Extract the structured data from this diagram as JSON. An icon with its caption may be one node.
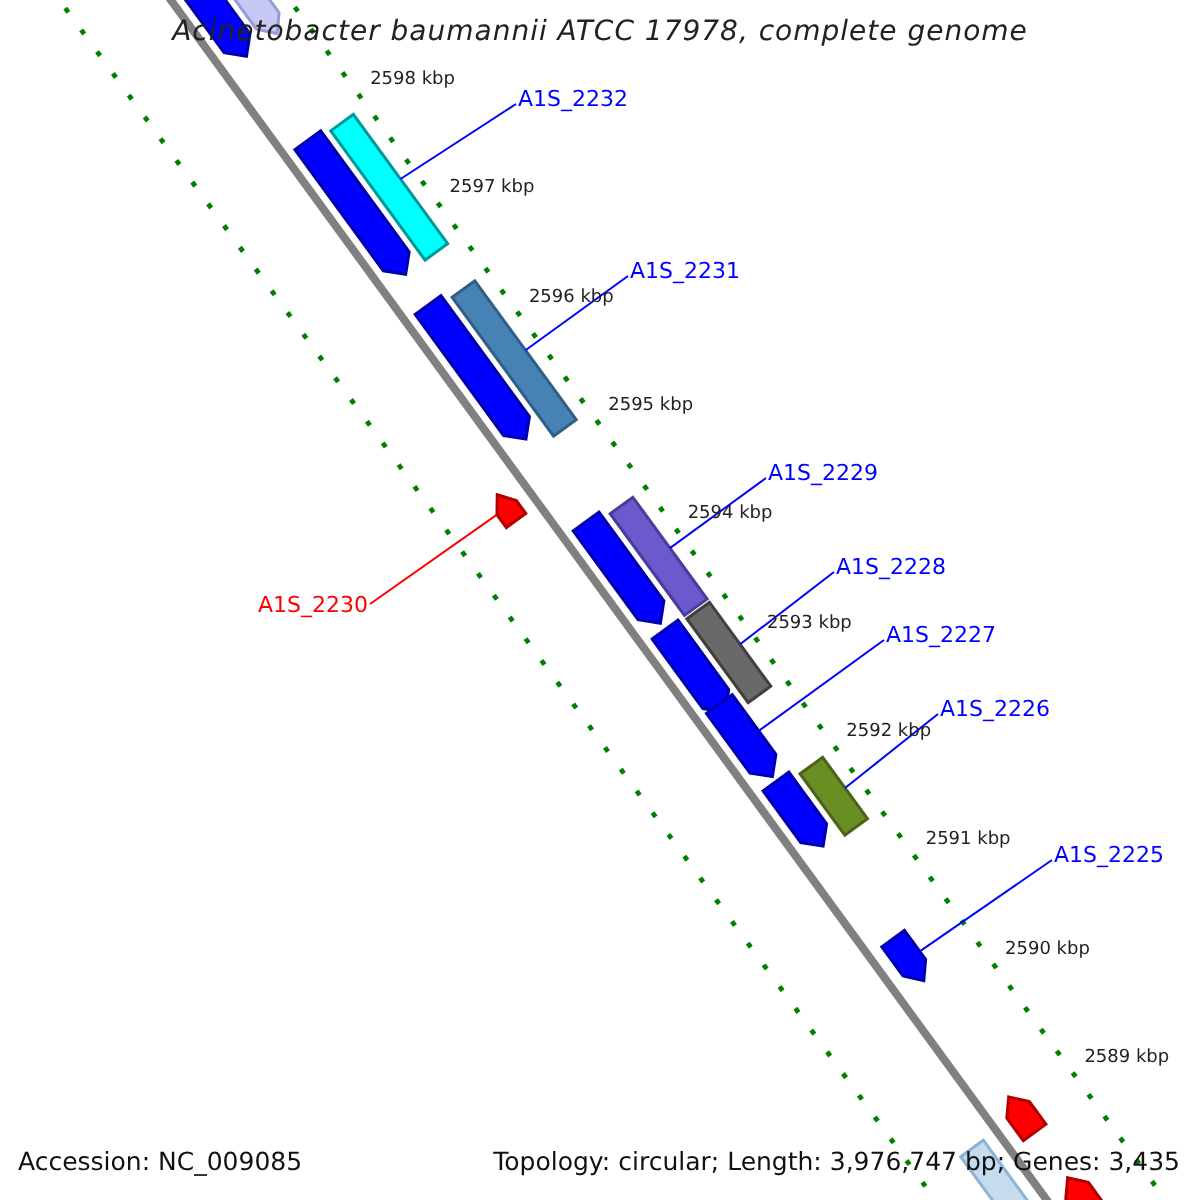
{
  "diagram": {
    "title": "Acinetobacter baumannii ATCC 17978, complete genome",
    "nodes": [
      {
        "text": [
          "A1S_2232"
        ]
      },
      {
        "text": [
          "A1S_2231"
        ]
      },
      {
        "text": [
          "A1S_2229"
        ]
      },
      {
        "text": [
          "A1S_2230"
        ]
      },
      {
        "text": [
          "A1S_2228"
        ]
      },
      {
        "text": [
          "A1S_2227"
        ]
      },
      {
        "text": [
          "A1S_2226"
        ]
      },
      {
        "text": [
          "A1S_2225"
        ]
      },
      {
        "text": [],
        "shape": "bar"
      },
      {
        "text": [],
        "shape": "bar"
      },
      {
        "text": [],
        "shape": "bar"
      },
      {
        "text": [],
        "shape": "bar"
      },
      {
        "text": [],
        "shape": "bar"
      },
      {
        "text": [],
        "shape": "bar"
      },
      {
        "text": [],
        "shape": "bar"
      },
      {
        "text": [],
        "shape": "bar"
      },
      {
        "text": [],
        "shape": "bar"
      },
      {
        "text": [],
        "shape": "bar"
      },
      {
        "text": [],
        "shape": "bar"
      },
      {
        "text": [],
        "shape": "bar"
      },
      {
        "text": [],
        "shape": "bar"
      },
      {
        "text": [],
        "shape": "bar"
      },
      {
        "text": [],
        "shape": "bar"
      },
      {
        "text": [],
        "shape": "bar"
      },
      {
        "text": [],
        "shape": "bar"
      },
      {
        "text": [],
        "shape": "bar"
      }
    ],
    "edges": [
      {
        "from": 0,
        "to": 11,
        "arrow": "none"
      },
      {
        "from": 1,
        "to": 13,
        "arrow": "none"
      },
      {
        "from": 2,
        "to": 16,
        "arrow": "none"
      },
      {
        "from": 3,
        "to": 14,
        "arrow": "none",
        "color": "#ff0000"
      },
      {
        "from": 4,
        "to": 18,
        "arrow": "none"
      },
      {
        "from": 5,
        "to": 19,
        "arrow": "none"
      },
      {
        "from": 6,
        "to": 21,
        "arrow": "none"
      },
      {
        "from": 7,
        "to": 22,
        "arrow": "none"
      }
    ],
    "labels": [
      "2598 kbp",
      "2597 kbp",
      "2596 kbp",
      "2595 kbp",
      "2594 kbp",
      "2593 kbp",
      "2592 kbp",
      "2591 kbp",
      "2590 kbp",
      "2589 kbp",
      "Accession: NC_009085",
      "Topology: circular; Length: 3,976,747 bp; Genes: 3,435"
    ]
  }
}
